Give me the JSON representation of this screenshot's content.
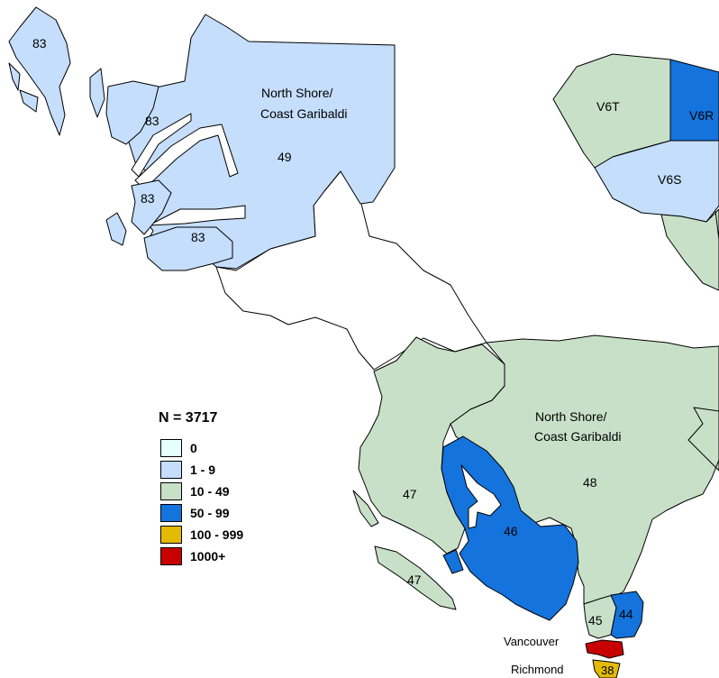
{
  "colors": {
    "c0": "#e6ffff",
    "c1": "#c5defb",
    "c2": "#c8e0c8",
    "c3": "#1473dc",
    "c4": "#e3bb05",
    "c5": "#c80000"
  },
  "map": {
    "regions": {
      "west_main": {
        "label": "49",
        "name": "North Shore/ Coast Garibaldi",
        "name_line1": "North Shore/",
        "name_line2": "Coast Garibaldi"
      },
      "west_islands": {
        "label": "83"
      },
      "west_inlet_a": {
        "label": "83"
      },
      "west_inlet_b": {
        "label": "83"
      },
      "west_inlet_c": {
        "label": "83"
      },
      "east_main": {
        "label": "48",
        "name_line1": "North Shore/",
        "name_line2": "Coast Garibaldi"
      },
      "east_west": {
        "label": "47"
      },
      "east_island": {
        "label": "47"
      },
      "east_blue": {
        "label": "46"
      },
      "east_45": {
        "label": "45"
      },
      "east_44": {
        "label": "44"
      },
      "vancouver": {
        "name": "Vancouver"
      },
      "richmond": {
        "name": "Richmond",
        "label": "38"
      }
    },
    "inset": {
      "v6t": {
        "label": "V6T"
      },
      "v6r": {
        "label": "V6R"
      },
      "v6s": {
        "label": "V6S"
      }
    }
  },
  "legend": {
    "n_label": "N =",
    "n_value": "3717",
    "items": [
      {
        "label": "0",
        "color": "#e6ffff"
      },
      {
        "label": "1 - 9",
        "color": "#c5defb"
      },
      {
        "label": "10 - 49",
        "color": "#c8e0c8"
      },
      {
        "label": "50 - 99",
        "color": "#1473dc"
      },
      {
        "label": "100 - 999",
        "color": "#e3bb05"
      },
      {
        "label": "1000+",
        "color": "#c80000"
      }
    ]
  }
}
